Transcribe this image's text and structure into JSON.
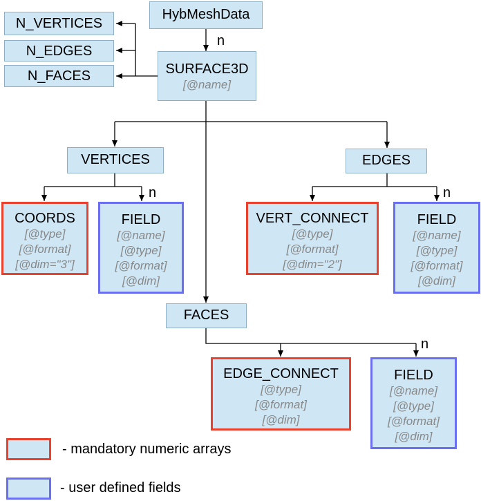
{
  "colors": {
    "node_fill": "#cfe7f5",
    "mandatory_border": "#e8412e",
    "user_border": "#6a6ff0",
    "attr_text": "#888888"
  },
  "nodes": {
    "hybmeshdata": {
      "title": "HybMeshData"
    },
    "n_vertices": {
      "title": "N_VERTICES"
    },
    "n_edges": {
      "title": "N_EDGES"
    },
    "n_faces": {
      "title": "N_FACES"
    },
    "surface3d": {
      "title": "SURFACE3D",
      "attrs": [
        "[@name]"
      ]
    },
    "vertices": {
      "title": "VERTICES"
    },
    "edges": {
      "title": "EDGES"
    },
    "faces": {
      "title": "FACES"
    },
    "coords": {
      "title": "COORDS",
      "attrs": [
        "[@type]",
        "[@format]",
        "[@dim=\"3\"]"
      ]
    },
    "vertices_field": {
      "title": "FIELD",
      "attrs": [
        "[@name]",
        "[@type]",
        "[@format]",
        "[@dim]"
      ]
    },
    "vert_connect": {
      "title": "VERT_CONNECT",
      "attrs": [
        "[@type]",
        "[@format]",
        "[@dim=\"2\"]"
      ]
    },
    "edges_field": {
      "title": "FIELD",
      "attrs": [
        "[@name]",
        "[@type]",
        "[@format]",
        "[@dim]"
      ]
    },
    "edge_connect": {
      "title": "EDGE_CONNECT",
      "attrs": [
        "[@type]",
        "[@format]",
        "[@dim]"
      ]
    },
    "faces_field": {
      "title": "FIELD",
      "attrs": [
        "[@name]",
        "[@type]",
        "[@format]",
        "[@dim]"
      ]
    }
  },
  "multiplicity": {
    "surface3d": "n",
    "vertices_field": "n",
    "edges_field": "n",
    "faces_field": "n"
  },
  "legend": {
    "mandatory": "- mandatory numeric arrays",
    "user": "- user defined fields"
  }
}
